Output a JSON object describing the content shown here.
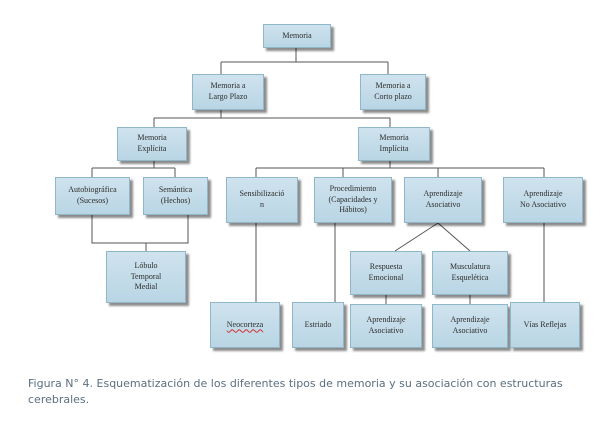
{
  "diagram": {
    "nodes": {
      "memoria": "Memoria",
      "largo_plazo": "Memoria a\nLargo Plazo",
      "corto_plazo": "Memoria a\nCorto plazo",
      "explicita": "Memoria\nExplícita",
      "implicita": "Memoria\nImplícita",
      "autobiografica": "Autobiográfica\n(Sucesos)",
      "semantica": "Semántica\n(Hechos)",
      "lobulo": "Lóbulo\nTemporal\nMedial",
      "sensibilizacion": "Sensibilizació\nn",
      "procedimiento": "Procedimiento\n(Capacidades y\nHábitos)",
      "aprendizaje_asociativo": "Aprendizaje\nAsociativo",
      "aprendizaje_no_asociativo": "Aprendizaje\nNo Asociativo",
      "respuesta_emocional": "Respuesta\nEmocional",
      "musculatura": "Musculatura\nEsquelética",
      "neocorteza": "Neocorteza",
      "estriado": "Estriado",
      "aprendizaje_asociativo_2": "Aprendizaje\nAsociativo",
      "aprendizaje_asociativo_3": "Aprendizaje\nAsociativo",
      "vias_reflejas": "Vías Reflejas"
    }
  },
  "caption": "Figura N° 4.  Esquematización de los diferentes tipos de memoria y su asociación con estructuras cerebrales."
}
